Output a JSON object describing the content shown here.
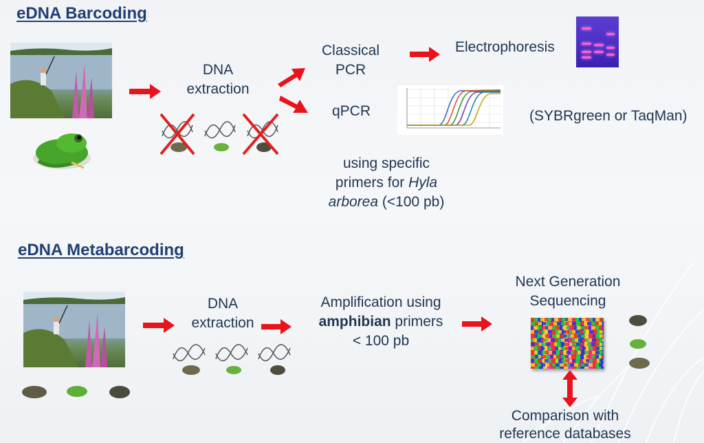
{
  "barcoding": {
    "title": "eDNA Barcoding",
    "dna_extraction": [
      "DNA",
      "extraction"
    ],
    "classical_pcr": [
      "Classical",
      "PCR"
    ],
    "electrophoresis": "Electrophoresis",
    "qpcr": "qPCR",
    "sybr_taqman": "(SYBRgreen or TaqMan)",
    "primers": {
      "line1": "using specific",
      "line2_text": "primers for ",
      "line2_species": "Hyla",
      "line3_species": "arborea",
      "line3_text": " (<100 pb)"
    }
  },
  "metabarcoding": {
    "title": "eDNA Metabarcoding",
    "dna_extraction": [
      "DNA",
      "extraction"
    ],
    "amplification": {
      "line1": "Amplification using",
      "line2_bold": "amphibian",
      "line2_text": " primers",
      "line3": "< 100 pb"
    },
    "ngs": [
      "Next Generation",
      "Sequencing"
    ],
    "comparison": [
      "Comparison with",
      "reference databases"
    ]
  },
  "colors": {
    "heading": "#1f3f73",
    "text": "#1f3550",
    "arrow": "#e8141b",
    "cross": "#e02020"
  }
}
